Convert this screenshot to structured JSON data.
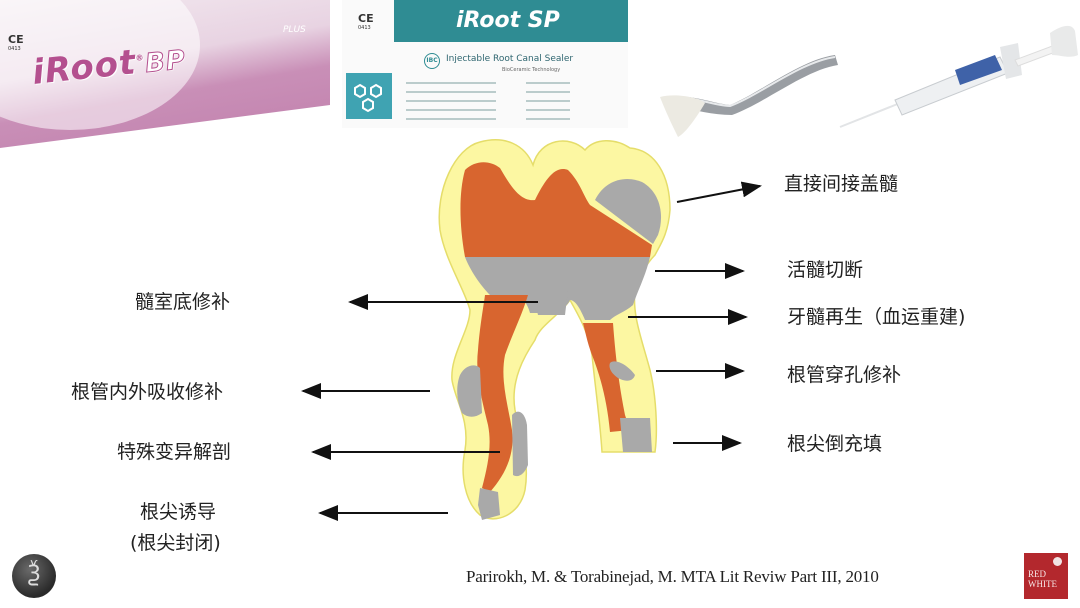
{
  "products": {
    "iroot_bp": {
      "brand": "iRoot",
      "variant": "BP",
      "suffix": "PLUS",
      "ce_mark": "CE",
      "ce_code": "0413"
    },
    "iroot_sp": {
      "brand": "iRoot SP",
      "ce_mark": "CE",
      "ce_code": "0413",
      "badge": "IBC",
      "title": "Injectable Root Canal Sealer",
      "subtitle": "BioCeramic Technology"
    },
    "instruments": [
      "dental carrier instrument",
      "pre-loaded syringe"
    ]
  },
  "diagram": {
    "colors": {
      "dentin": "#fcf7a2",
      "pulp": "#d8652f",
      "material": "#a9a9a9",
      "outline": "#e8e070"
    },
    "right_labels": [
      {
        "id": "pulp-capping",
        "text": "直接间接盖髓"
      },
      {
        "id": "pulpotomy",
        "text": "活髓切断"
      },
      {
        "id": "regeneration",
        "text": "牙髓再生（血运重建)"
      },
      {
        "id": "perforation-repair",
        "text": "根管穿孔修补"
      },
      {
        "id": "root-end-filling",
        "text": "根尖倒充填"
      }
    ],
    "left_labels": [
      {
        "id": "furcation-repair",
        "text": "髓室底修补"
      },
      {
        "id": "resorption-repair",
        "text": "根管内外吸收修补"
      },
      {
        "id": "anatomy",
        "text": "特殊变异解剖"
      },
      {
        "id": "apexification",
        "text": "根尖诱导",
        "sub": "(根尖封闭)"
      }
    ]
  },
  "footer": {
    "citation": "Parirokh, M. & Torabinejad, M. MTA Lit Reviw Part III, 2010",
    "logo_right": {
      "line1": "RED",
      "line2": "WHITE",
      "color": "#b3282d"
    },
    "logo_left": {
      "glyph": "Ѯ",
      "color": "#3a3a3a"
    }
  }
}
